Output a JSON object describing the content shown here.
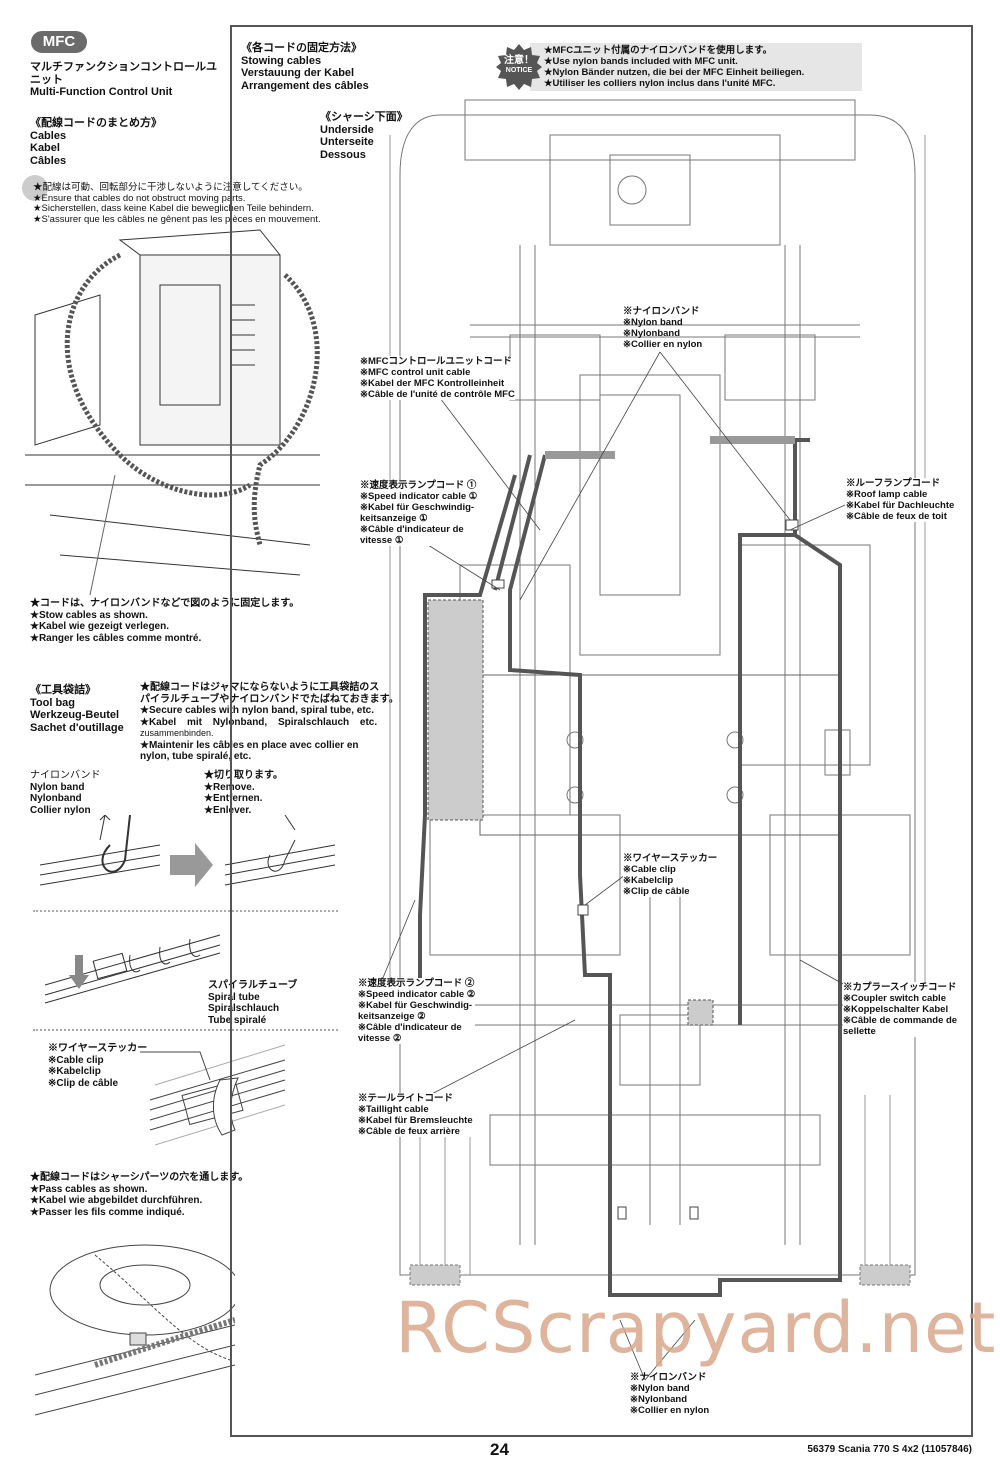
{
  "header": {
    "badge": "MFC",
    "title_jp": "マルチファンクションコントロールユニット",
    "title_en": "Multi-Function Control Unit"
  },
  "cables_section": {
    "heading_jp": "《配線コードのまとめ方》",
    "lines": [
      "Cables",
      "Kabel",
      "Câbles"
    ],
    "note": [
      "★配線は可動、回転部分に干渉しないように注意してください。",
      "★Ensure that cables do not obstruct moving parts.",
      "★Sicherstellen, dass keine Kabel die beweglichen Teile behindern.",
      "★S'assurer que les câbles ne gênent pas les pièces en mouvement."
    ],
    "stow_note": [
      "★コードは、ナイロンバンドなどで図のように固定します。",
      "★Stow cables as shown.",
      "★Kabel wie gezeigt verlegen.",
      "★Ranger les câbles comme montré."
    ]
  },
  "toolbag": {
    "heading": [
      "《工具袋詰》",
      "Tool bag",
      "Werkzeug-Beutel",
      "Sachet d'outillage"
    ],
    "note": [
      "★配線コードはジャマにならないように工具袋詰のス",
      "パイラルチューブやナイロンバンドでたばねておきます。",
      "★Secure cables with nylon band, spiral tube, etc.",
      "★Kabel mit Nylonband, Spiralschlauch etc.",
      "zusammenbinden.",
      "★Maintenir les câbles en place avec collier en",
      "nylon, tube spiralé, etc."
    ],
    "nylon_band": [
      "ナイロンバンド",
      "Nylon band",
      "Nylonband",
      "Collier nylon"
    ],
    "remove": [
      "★切り取ります。",
      "★Remove.",
      "★Entfernen.",
      "★Enlever."
    ],
    "spiral_tube": [
      "スパイラルチューブ",
      "Spiral tube",
      "Spiralschlauch",
      "Tube spiralé"
    ],
    "cable_clip": [
      "※ワイヤーステッカー",
      "※Cable clip",
      "※Kabelclip",
      "※Clip de câble"
    ],
    "pass_note": [
      "★配線コードはシャーシパーツの穴を通します。",
      "★Pass cables as shown.",
      "★Kabel wie abgebildet durchführen.",
      "★Passer les fils comme indiqué."
    ]
  },
  "main": {
    "heading": [
      "《各コードの固定方法》",
      "Stowing cables",
      "Verstauung der Kabel",
      "Arrangement des câbles"
    ],
    "notice_badge": [
      "注意！",
      "NOTICE"
    ],
    "notice": [
      "★MFCユニット付属のナイロンバンドを使用します。",
      "★Use nylon bands included with MFC unit.",
      "★Nylon Bänder nutzen, die bei der MFC Einheit beiliegen.",
      "★Utiliser les colliers nylon inclus dans l'unité MFC."
    ],
    "underside": [
      "《シャーシ下面》",
      "Underside",
      "Unterseite",
      "Dessous"
    ],
    "callouts": {
      "nylon_top": [
        "※ナイロンバンド",
        "※Nylon band",
        "※Nylonband",
        "※Collier en nylon"
      ],
      "mfc_cable": [
        "※MFCコントロールユニットコード",
        "※MFC control unit cable",
        "※Kabel der MFC Kontrolleinheit",
        "※Câble de l'unité de contrôle MFC"
      ],
      "speed1": [
        "※速度表示ランプコード ①",
        "※Speed indicator cable ①",
        "※Kabel für Geschwindig-",
        "keitsanzeige ①",
        "※Câble d'indicateur de",
        "vitesse ①"
      ],
      "roof": [
        "※ルーフランプコード",
        "※Roof lamp cable",
        "※Kabel für Dachleuchte",
        "※Câble de feux de toit"
      ],
      "clip": [
        "※ワイヤーステッカー",
        "※Cable clip",
        "※Kabelclip",
        "※Clip de câble"
      ],
      "speed2": [
        "※速度表示ランプコード ②",
        "※Speed indicator cable ②",
        "※Kabel für Geschwindig-",
        "keitsanzeige ②",
        "※Câble d'indicateur de",
        "vitesse ②"
      ],
      "coupler": [
        "※カプラースイッチコード",
        "※Coupler switch cable",
        "※Koppelschalter Kabel",
        "※Câble de commande de",
        "sellette"
      ],
      "taillight": [
        "※テールライトコード",
        "※Taillight cable",
        "※Kabel für Bremsleuchte",
        "※Câble de feux arrière"
      ],
      "nylon_bottom": [
        "※ナイロンバンド",
        "※Nylon band",
        "※Nylonband",
        "※Collier en nylon"
      ]
    }
  },
  "footer": {
    "page_number": "24",
    "model": "56379 Scania 770 S 4x2 (11057846)",
    "watermark": "RCScrapyard.net"
  },
  "colors": {
    "cable": "#555555",
    "frame": "#555555",
    "watermark": "#d9a88c"
  }
}
